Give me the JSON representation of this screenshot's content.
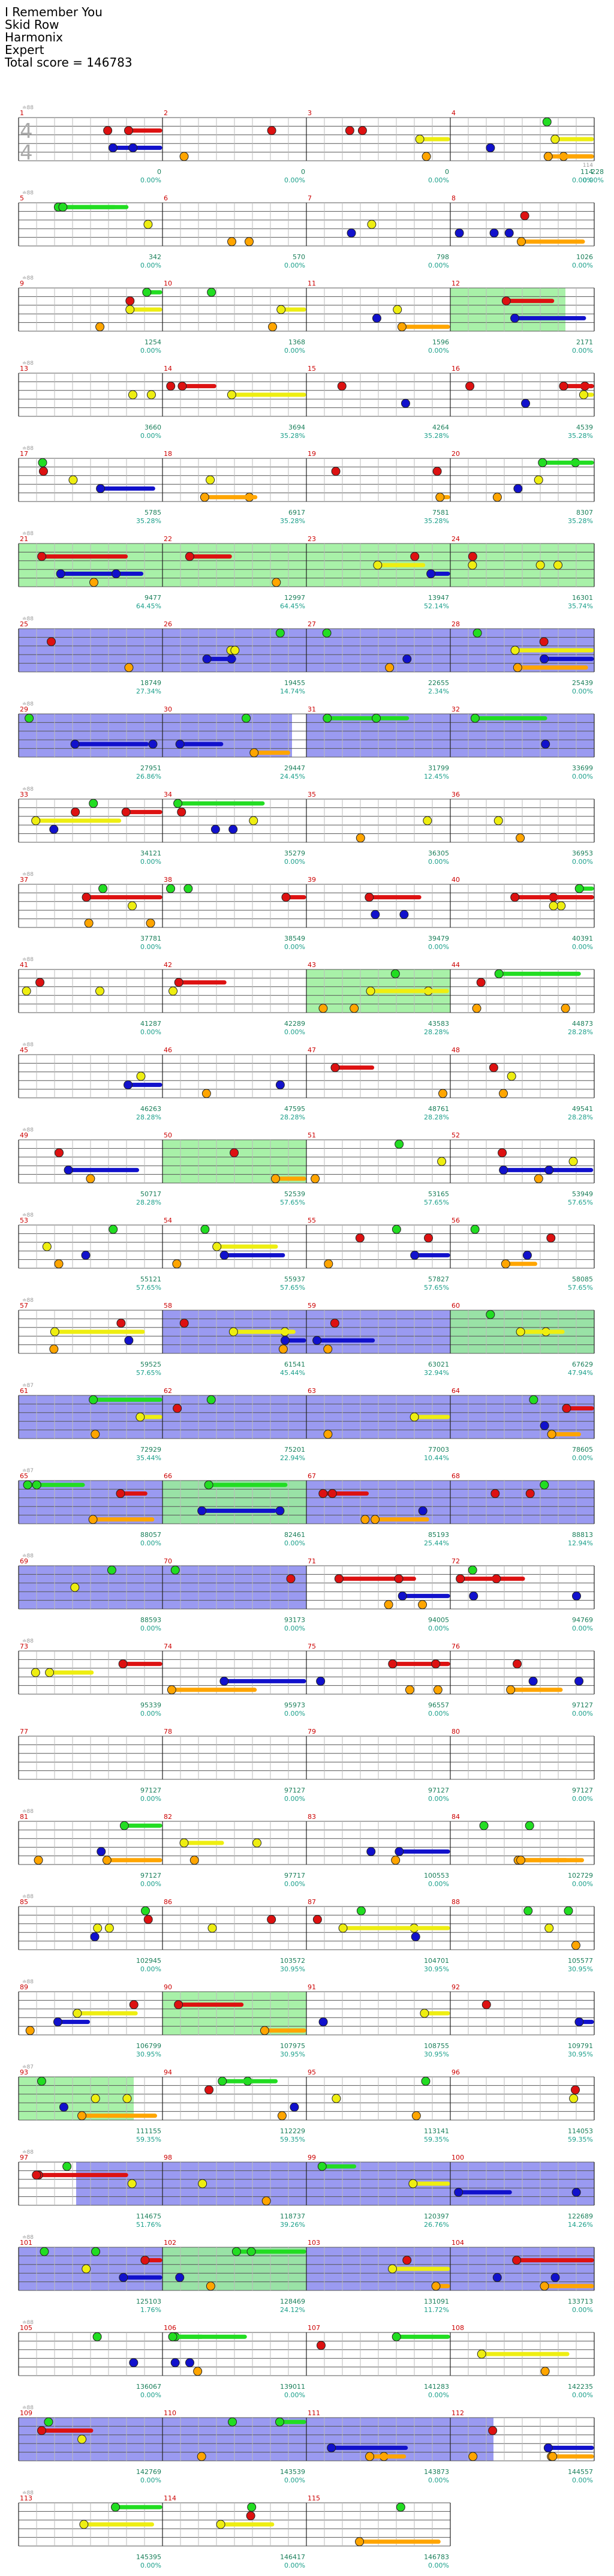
{
  "header": {
    "song": "I Remember You",
    "artist": "Skid Row",
    "charter": "Harmonix",
    "difficulty": "Expert",
    "total_score": "Total score = 146783"
  },
  "colors": {
    "green": "#22dd22",
    "red": "#dd1111",
    "yellow": "#eeee11",
    "blue": "#1111cc",
    "orange": "#ffa500",
    "overdrive_fill": "#8888ee",
    "solo_fill": "#99ee99",
    "measure_number": "#cc0000",
    "score": "#1a7f5a",
    "tempo": "#999999",
    "percent": "#1a9f8a"
  },
  "time_signature": {
    "numerator": "4",
    "denominator": "4"
  },
  "rows": [
    {
      "measures": [
        {
          "num": "1",
          "score": "0",
          "pct": "0.00%",
          "tempo": "≐88"
        },
        {
          "num": "2",
          "score": "0",
          "pct": "0.00%"
        },
        {
          "num": "3",
          "score": "0",
          "pct": "0.00%"
        },
        {
          "num": "4",
          "score": "114",
          "pct": "0.00%",
          "note_count": "114"
        }
      ],
      "tail_score": "228",
      "tail_pct": "0.00%"
    },
    {
      "measures": [
        {
          "num": "5",
          "score": "342",
          "pct": "0.00%",
          "tempo": "≐88"
        },
        {
          "num": "6",
          "score": "570",
          "pct": "0.00%"
        },
        {
          "num": "7",
          "score": "798",
          "pct": "0.00%"
        },
        {
          "num": "8",
          "score": "1026",
          "pct": "0.00%"
        }
      ],
      "tail_score": "",
      "tail_pct": ""
    },
    {
      "measures": [
        {
          "num": "9",
          "score": "1254",
          "pct": "0.00%",
          "tempo": "≐88"
        },
        {
          "num": "10",
          "score": "1368",
          "pct": "0.00%"
        },
        {
          "num": "11",
          "score": "1596",
          "pct": "0.00%"
        },
        {
          "num": "12",
          "score": "2171",
          "pct": "0.00%"
        }
      ],
      "tail_score": "",
      "tail_pct": ""
    },
    {
      "measures": [
        {
          "num": "13",
          "score": "3660",
          "pct": "0.00%",
          "tempo": "≐88"
        },
        {
          "num": "14",
          "score": "3694",
          "pct": "35.28%"
        },
        {
          "num": "15",
          "score": "4264",
          "pct": "35.28%"
        },
        {
          "num": "16",
          "score": "4539",
          "pct": "35.28%"
        }
      ],
      "tail_score": "",
      "tail_pct": ""
    },
    {
      "measures": [
        {
          "num": "17",
          "score": "5785",
          "pct": "35.28%",
          "tempo": "≐88"
        },
        {
          "num": "18",
          "score": "6917",
          "pct": "35.28%"
        },
        {
          "num": "19",
          "score": "7581",
          "pct": "35.28%"
        },
        {
          "num": "20",
          "score": "8307",
          "pct": "35.28%"
        }
      ],
      "tail_score": "",
      "tail_pct": ""
    },
    {
      "measures": [
        {
          "num": "21",
          "score": "9477",
          "pct": "64.45%",
          "tempo": "≐88"
        },
        {
          "num": "22",
          "score": "12997",
          "pct": "64.45%"
        },
        {
          "num": "23",
          "score": "13947",
          "pct": "52.14%"
        },
        {
          "num": "24",
          "score": "16301",
          "pct": "35.74%"
        }
      ],
      "tail_score": "",
      "tail_pct": ""
    },
    {
      "measures": [
        {
          "num": "25",
          "score": "18749",
          "pct": "27.34%",
          "tempo": "≐88"
        },
        {
          "num": "26",
          "score": "19455",
          "pct": "14.74%"
        },
        {
          "num": "27",
          "score": "22655",
          "pct": "2.34%"
        },
        {
          "num": "28",
          "score": "25439",
          "pct": "0.00%"
        }
      ],
      "tail_score": "",
      "tail_pct": ""
    },
    {
      "measures": [
        {
          "num": "29",
          "score": "27951",
          "pct": "26.86%",
          "tempo": "≐88"
        },
        {
          "num": "30",
          "score": "29447",
          "pct": "24.45%"
        },
        {
          "num": "31",
          "score": "31799",
          "pct": "12.45%"
        },
        {
          "num": "32",
          "score": "33699",
          "pct": "0.00%"
        }
      ],
      "tail_score": "",
      "tail_pct": ""
    },
    {
      "measures": [
        {
          "num": "33",
          "score": "34121",
          "pct": "0.00%",
          "tempo": "≐88"
        },
        {
          "num": "34",
          "score": "35279",
          "pct": "0.00%"
        },
        {
          "num": "35",
          "score": "36305",
          "pct": "0.00%"
        },
        {
          "num": "36",
          "score": "36953",
          "pct": "0.00%"
        }
      ],
      "tail_score": "",
      "tail_pct": ""
    },
    {
      "measures": [
        {
          "num": "37",
          "score": "37781",
          "pct": "0.00%",
          "tempo": "≐88"
        },
        {
          "num": "38",
          "score": "38549",
          "pct": "0.00%"
        },
        {
          "num": "39",
          "score": "39479",
          "pct": "0.00%"
        },
        {
          "num": "40",
          "score": "40391",
          "pct": "0.00%"
        }
      ],
      "tail_score": "",
      "tail_pct": ""
    },
    {
      "measures": [
        {
          "num": "41",
          "score": "41287",
          "pct": "0.00%",
          "tempo": "≐88"
        },
        {
          "num": "42",
          "score": "42289",
          "pct": "0.00%"
        },
        {
          "num": "43",
          "score": "43583",
          "pct": "28.28%"
        },
        {
          "num": "44",
          "score": "44873",
          "pct": "28.28%"
        }
      ],
      "tail_score": "",
      "tail_pct": ""
    },
    {
      "measures": [
        {
          "num": "45",
          "score": "46263",
          "pct": "28.28%",
          "tempo": "≐88"
        },
        {
          "num": "46",
          "score": "47595",
          "pct": "28.28%"
        },
        {
          "num": "47",
          "score": "48761",
          "pct": "28.28%"
        },
        {
          "num": "48",
          "score": "49541",
          "pct": "28.28%"
        }
      ],
      "tail_score": "",
      "tail_pct": ""
    },
    {
      "measures": [
        {
          "num": "49",
          "score": "50717",
          "pct": "28.28%",
          "tempo": "≐88"
        },
        {
          "num": "50",
          "score": "52539",
          "pct": "57.65%"
        },
        {
          "num": "51",
          "score": "53165",
          "pct": "57.65%"
        },
        {
          "num": "52",
          "score": "53949",
          "pct": "57.65%"
        }
      ],
      "tail_score": "",
      "tail_pct": ""
    },
    {
      "measures": [
        {
          "num": "53",
          "score": "55121",
          "pct": "57.65%",
          "tempo": "≐88"
        },
        {
          "num": "54",
          "score": "55937",
          "pct": "57.65%"
        },
        {
          "num": "55",
          "score": "57827",
          "pct": "57.65%"
        },
        {
          "num": "56",
          "score": "58085",
          "pct": "57.65%"
        }
      ],
      "tail_score": "",
      "tail_pct": ""
    },
    {
      "measures": [
        {
          "num": "57",
          "score": "59525",
          "pct": "57.65%",
          "tempo": "≐88"
        },
        {
          "num": "58",
          "score": "61541",
          "pct": "45.44%"
        },
        {
          "num": "59",
          "score": "63021",
          "pct": "32.94%"
        },
        {
          "num": "60",
          "score": "67629",
          "pct": "47.94%"
        }
      ],
      "tail_score": "",
      "tail_pct": ""
    },
    {
      "measures": [
        {
          "num": "61",
          "score": "72929",
          "pct": "35.44%",
          "tempo": "≐87"
        },
        {
          "num": "62",
          "score": "75201",
          "pct": "22.94%"
        },
        {
          "num": "63",
          "score": "77003",
          "pct": "10.44%"
        },
        {
          "num": "64",
          "score": "78605",
          "pct": "0.00%"
        }
      ],
      "tail_score": "",
      "tail_pct": ""
    },
    {
      "measures": [
        {
          "num": "65",
          "score": "88057",
          "pct": "0.00%",
          "tempo": "≐87"
        },
        {
          "num": "66",
          "score": "82461",
          "pct": "0.00%"
        },
        {
          "num": "67",
          "score": "85193",
          "pct": "25.44%"
        },
        {
          "num": "68",
          "score": "88813",
          "pct": "12.94%"
        }
      ],
      "tail_score": "",
      "tail_pct": ""
    },
    {
      "measures": [
        {
          "num": "69",
          "score": "88593",
          "pct": "0.00%",
          "tempo": "≐88"
        },
        {
          "num": "70",
          "score": "93173",
          "pct": "0.00%"
        },
        {
          "num": "71",
          "score": "94005",
          "pct": "0.00%"
        },
        {
          "num": "72",
          "score": "94769",
          "pct": "0.00%"
        }
      ],
      "tail_score": "",
      "tail_pct": ""
    },
    {
      "measures": [
        {
          "num": "73",
          "score": "95339",
          "pct": "0.00%",
          "tempo": "≐88"
        },
        {
          "num": "74",
          "score": "95973",
          "pct": "0.00%"
        },
        {
          "num": "75",
          "score": "96557",
          "pct": "0.00%"
        },
        {
          "num": "76",
          "score": "97127",
          "pct": "0.00%"
        }
      ],
      "tail_score": "",
      "tail_pct": ""
    },
    {
      "measures": [
        {
          "num": "77",
          "score": "97127",
          "pct": "0.00%",
          "tempo": ""
        },
        {
          "num": "78",
          "score": "97127",
          "pct": "0.00%"
        },
        {
          "num": "79",
          "score": "97127",
          "pct": "0.00%"
        },
        {
          "num": "80",
          "score": "97127",
          "pct": "0.00%"
        }
      ],
      "tail_score": "",
      "tail_pct": ""
    },
    {
      "measures": [
        {
          "num": "81",
          "score": "97127",
          "pct": "0.00%",
          "tempo": "≐88"
        },
        {
          "num": "82",
          "score": "97717",
          "pct": "0.00%"
        },
        {
          "num": "83",
          "score": "100553",
          "pct": "0.00%"
        },
        {
          "num": "84",
          "score": "102729",
          "pct": "0.00%"
        }
      ],
      "tail_score": "",
      "tail_pct": ""
    },
    {
      "measures": [
        {
          "num": "85",
          "score": "102945",
          "pct": "0.00%",
          "tempo": "≐88"
        },
        {
          "num": "86",
          "score": "103572",
          "pct": "30.95%"
        },
        {
          "num": "87",
          "score": "104701",
          "pct": "30.95%"
        },
        {
          "num": "88",
          "score": "105577",
          "pct": "30.95%"
        }
      ],
      "tail_score": "",
      "tail_pct": ""
    },
    {
      "measures": [
        {
          "num": "89",
          "score": "106799",
          "pct": "30.95%",
          "tempo": "≐88"
        },
        {
          "num": "90",
          "score": "107975",
          "pct": "30.95%"
        },
        {
          "num": "91",
          "score": "108755",
          "pct": "30.95%"
        },
        {
          "num": "92",
          "score": "109791",
          "pct": "30.95%"
        }
      ],
      "tail_score": "",
      "tail_pct": ""
    },
    {
      "measures": [
        {
          "num": "93",
          "score": "111155",
          "pct": "59.35%",
          "tempo": "≐87"
        },
        {
          "num": "94",
          "score": "112229",
          "pct": "59.35%"
        },
        {
          "num": "95",
          "score": "113141",
          "pct": "59.35%"
        },
        {
          "num": "96",
          "score": "114053",
          "pct": "59.35%"
        }
      ],
      "tail_score": "",
      "tail_pct": ""
    },
    {
      "measures": [
        {
          "num": "97",
          "score": "114675",
          "pct": "51.76%",
          "tempo": "≐88"
        },
        {
          "num": "98",
          "score": "118737",
          "pct": "39.26%"
        },
        {
          "num": "99",
          "score": "120397",
          "pct": "26.76%"
        },
        {
          "num": "100",
          "score": "122689",
          "pct": "14.26%"
        }
      ],
      "tail_score": "",
      "tail_pct": ""
    },
    {
      "measures": [
        {
          "num": "101",
          "score": "125103",
          "pct": "1.76%",
          "tempo": "≐88"
        },
        {
          "num": "102",
          "score": "128469",
          "pct": "24.12%"
        },
        {
          "num": "103",
          "score": "131091",
          "pct": "11.72%"
        },
        {
          "num": "104",
          "score": "133713",
          "pct": "0.00%"
        }
      ],
      "tail_score": "",
      "tail_pct": ""
    },
    {
      "measures": [
        {
          "num": "105",
          "score": "136067",
          "pct": "0.00%",
          "tempo": "≐88"
        },
        {
          "num": "106",
          "score": "139011",
          "pct": "0.00%"
        },
        {
          "num": "107",
          "score": "141283",
          "pct": "0.00%"
        },
        {
          "num": "108",
          "score": "142235",
          "pct": "0.00%"
        }
      ],
      "tail_score": "",
      "tail_pct": ""
    },
    {
      "measures": [
        {
          "num": "109",
          "score": "142769",
          "pct": "0.00%",
          "tempo": "≐88"
        },
        {
          "num": "110",
          "score": "143539",
          "pct": "0.00%"
        },
        {
          "num": "111",
          "score": "143873",
          "pct": "0.00%"
        },
        {
          "num": "112",
          "score": "144557",
          "pct": "0.00%"
        }
      ],
      "tail_score": "",
      "tail_pct": ""
    },
    {
      "measures": [
        {
          "num": "113",
          "score": "145395",
          "pct": "0.00%",
          "tempo": "≐88"
        },
        {
          "num": "114",
          "score": "146417",
          "pct": "0.00%"
        },
        {
          "num": "115",
          "score": "146783",
          "pct": "0.00%"
        }
      ],
      "tail_score": "",
      "tail_pct": ""
    }
  ]
}
